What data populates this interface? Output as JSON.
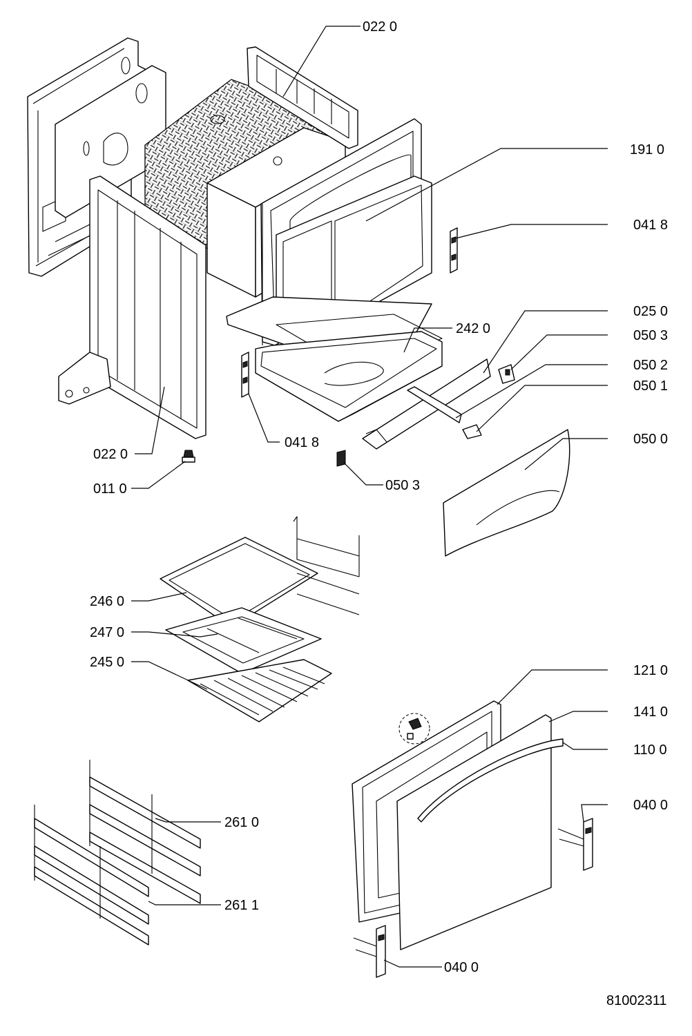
{
  "diagram": {
    "doc_number": "81002311",
    "callouts": {
      "c_022_top": "022 0",
      "c_191": "191 0",
      "c_041_right": "041 8",
      "c_025": "025 0",
      "c_242": "242 0",
      "c_050_3_top": "050 3",
      "c_050_2": "050 2",
      "c_050_1": "050 1",
      "c_050_0": "050 0",
      "c_041_bottom": "041 8",
      "c_050_3_bottom": "050 3",
      "c_022_left": "022 0",
      "c_011": "011 0",
      "c_246": "246 0",
      "c_247": "247 0",
      "c_245": "245 0",
      "c_121": "121 0",
      "c_141": "141 0",
      "c_110": "110 0",
      "c_040_right": "040 0",
      "c_261_0": "261 0",
      "c_261_1": "261 1",
      "c_040_bottom": "040 0"
    }
  }
}
